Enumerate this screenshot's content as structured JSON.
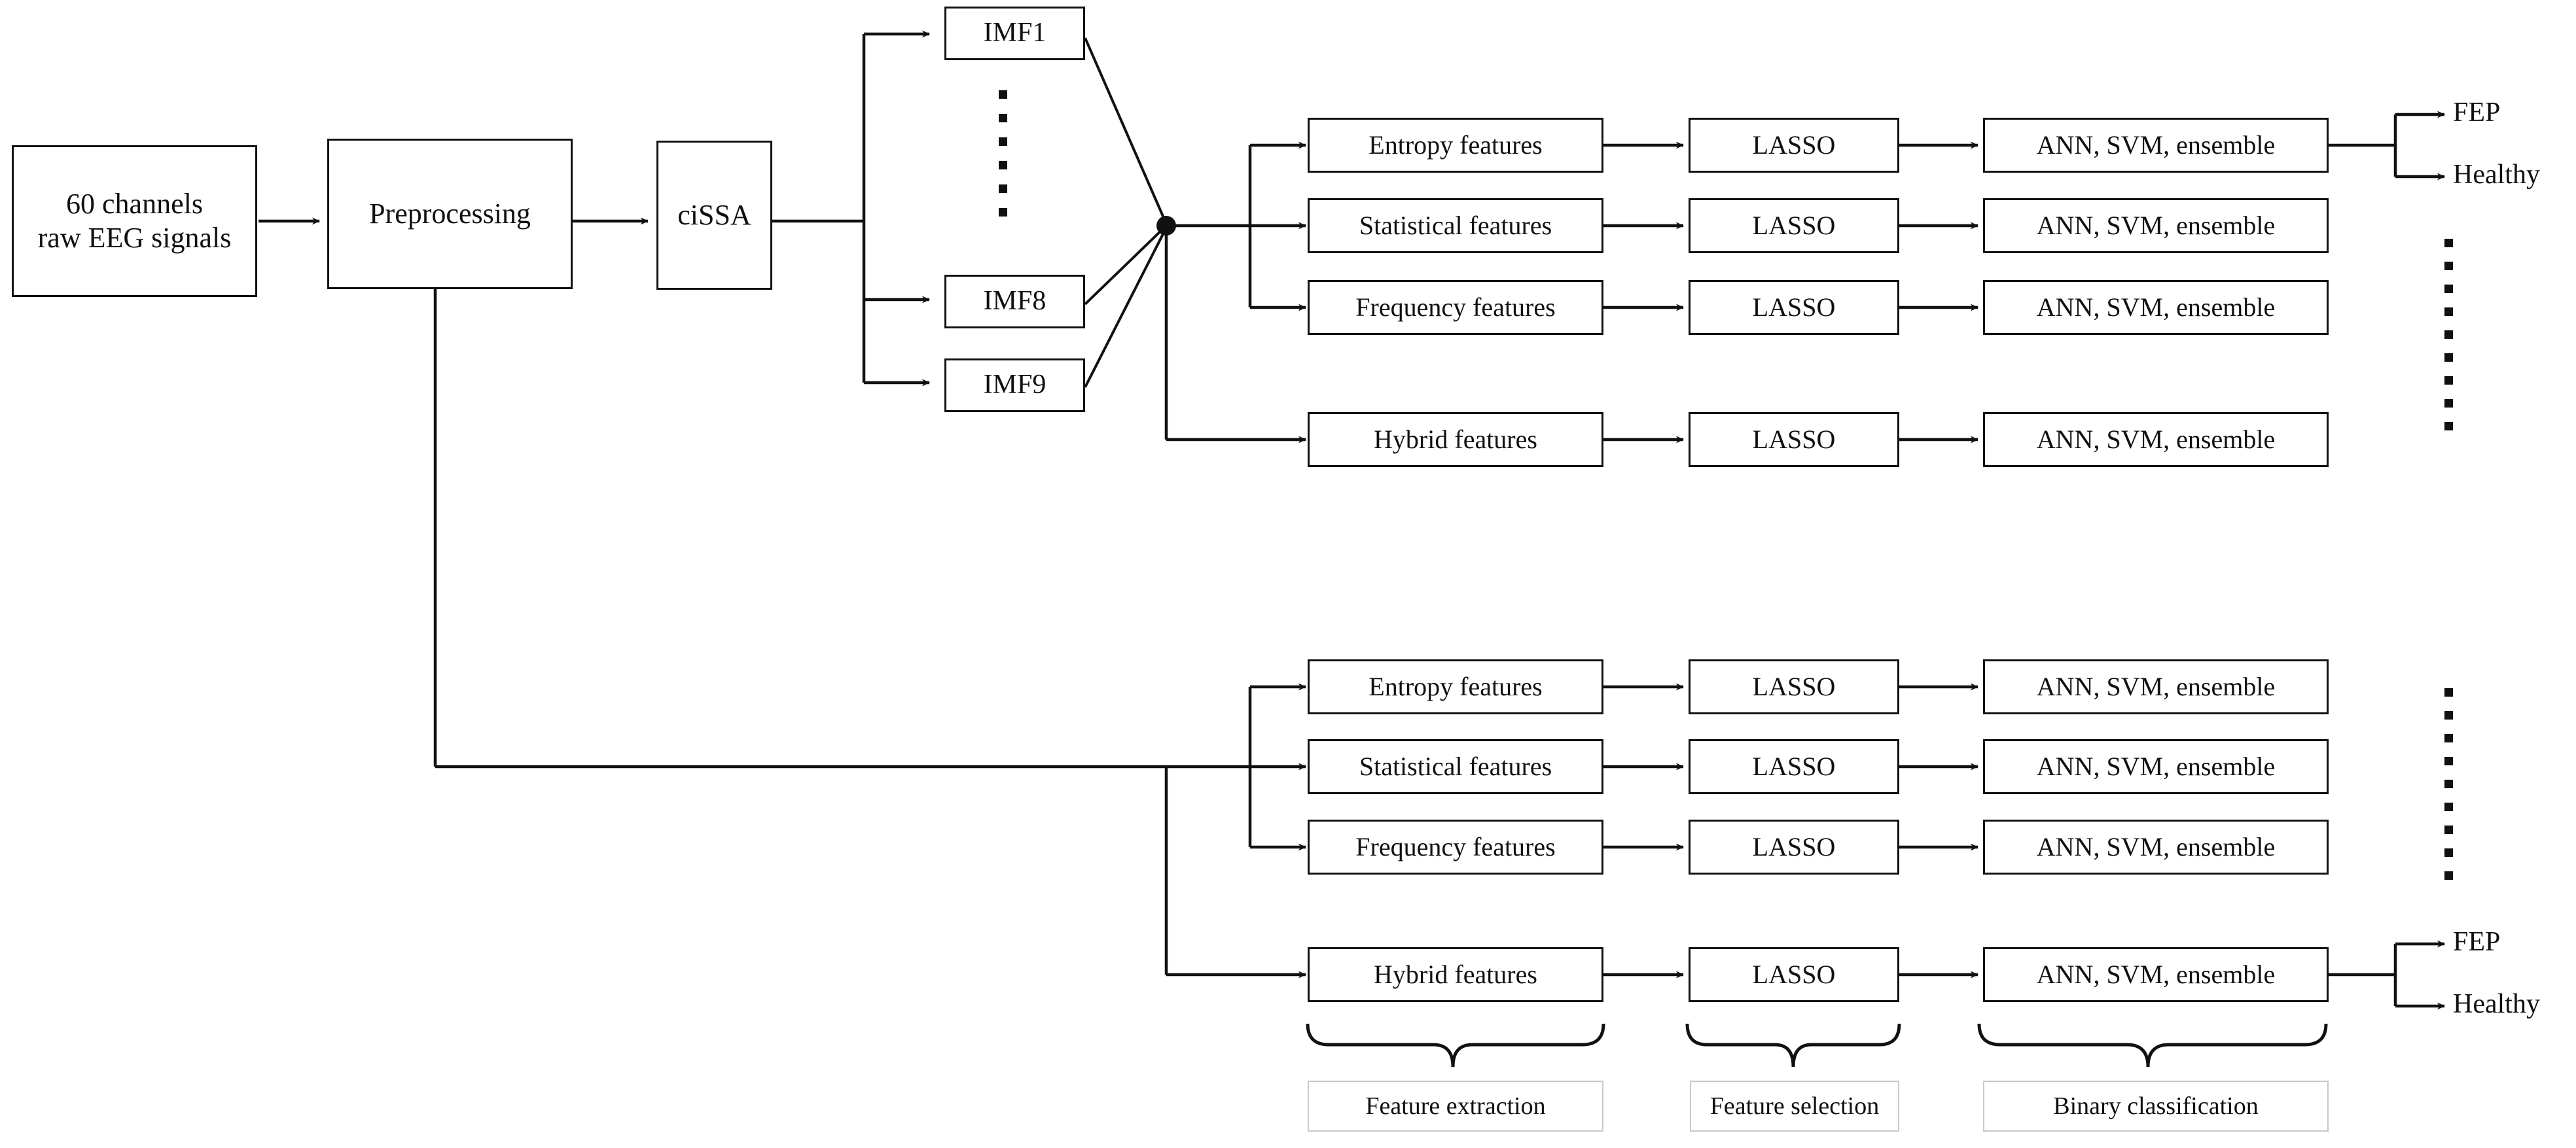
{
  "diagram": {
    "title": "EEG ciSSA feature extraction and binary classification pipeline",
    "colors": {
      "stroke": "#111111",
      "background": "#ffffff",
      "light_border": "#c9c9c9"
    }
  },
  "stage1": {
    "input": {
      "label": "60 channels\nraw EEG signals"
    },
    "preprocessing": {
      "label": "Preprocessing"
    },
    "cissa": {
      "label": "ciSSA"
    }
  },
  "imf": {
    "boxes": [
      {
        "label": "IMF1"
      },
      {
        "label": "IMF8"
      },
      {
        "label": "IMF9"
      }
    ],
    "vertical_dots_count": 6
  },
  "top_block": {
    "rows": [
      {
        "feature": "Entropy features",
        "selection": "LASSO",
        "classifier": "ANN, SVM, ensemble"
      },
      {
        "feature": "Statistical features",
        "selection": "LASSO",
        "classifier": "ANN, SVM, ensemble"
      },
      {
        "feature": "Frequency features",
        "selection": "LASSO",
        "classifier": "ANN, SVM, ensemble"
      },
      {
        "feature": "Hybrid features",
        "selection": "LASSO",
        "classifier": "ANN, SVM, ensemble"
      }
    ],
    "outputs": [
      "FEP",
      "Healthy"
    ],
    "right_dots_count": 9
  },
  "bottom_block": {
    "rows": [
      {
        "feature": "Entropy features",
        "selection": "LASSO",
        "classifier": "ANN, SVM, ensemble"
      },
      {
        "feature": "Statistical features",
        "selection": "LASSO",
        "classifier": "ANN, SVM, ensemble"
      },
      {
        "feature": "Frequency features",
        "selection": "LASSO",
        "classifier": "ANN, SVM, ensemble"
      },
      {
        "feature": "Hybrid features",
        "selection": "LASSO",
        "classifier": "ANN, SVM, ensemble"
      }
    ],
    "outputs": [
      "FEP",
      "Healthy"
    ],
    "right_dots_count": 9
  },
  "stage_labels": [
    {
      "label": "Feature extraction"
    },
    {
      "label": "Feature selection"
    },
    {
      "label": "Binary classification"
    }
  ]
}
